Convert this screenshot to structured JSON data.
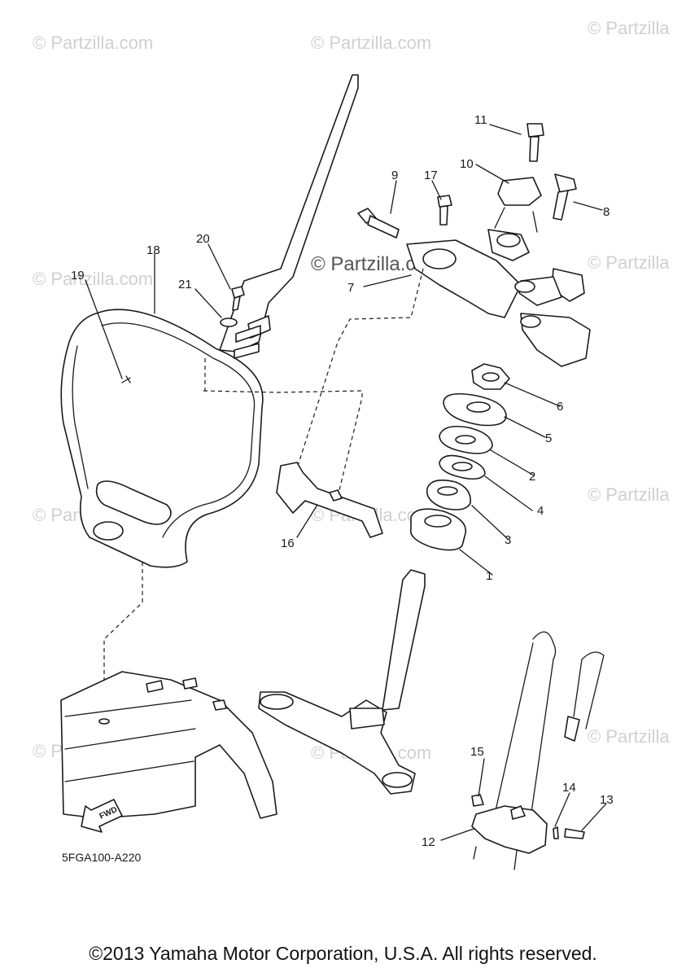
{
  "watermark": "© Partzilla.com",
  "watermark_short": "© Partzilla",
  "diagram_code": "5FGA100-A220",
  "fwd_label": "FWD",
  "copyright": "©2013 Yamaha Motor Corporation, U.S.A. All rights reserved.",
  "callouts": {
    "c1": "1",
    "c2": "2",
    "c3": "3",
    "c4": "4",
    "c5": "5",
    "c6": "6",
    "c7": "7",
    "c8": "8",
    "c9": "9",
    "c10": "10",
    "c11": "11",
    "c12": "12",
    "c13": "13",
    "c14": "14",
    "c15": "15",
    "c16": "16",
    "c17": "17",
    "c18": "18",
    "c19": "19",
    "c20": "20",
    "c21": "21"
  },
  "colors": {
    "line": "#1a1a1a",
    "watermark": "#d0d0d0",
    "background": "#ffffff"
  }
}
